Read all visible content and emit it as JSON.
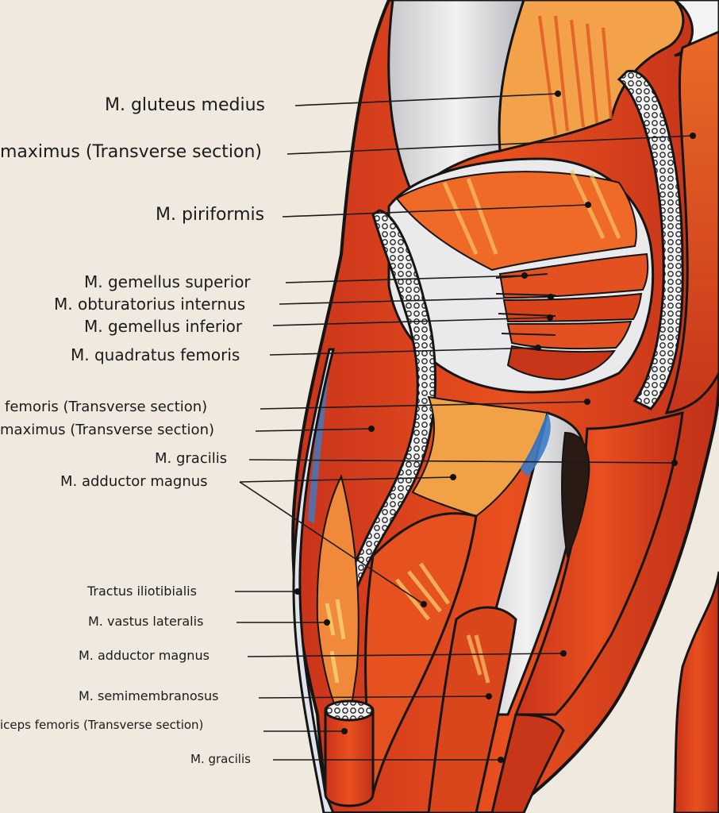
{
  "image": {
    "subject": "anatomical illustration",
    "colors": {
      "paper": "#efe9df",
      "muscle": "#e0441c",
      "muscle_dark": "#b8301a",
      "muscle_highlight": "#f5b04a",
      "tendon": "#dcdcde",
      "bone_section": "#f2f2f2",
      "outline": "#151515",
      "leader_line": "#1b1b1b",
      "blue_accent": "#3c7cc8"
    }
  },
  "labels": [
    {
      "id": "gluteus-medius",
      "text": "M. gluteus medius"
    },
    {
      "id": "gluteus-maximus-section-1",
      "text": "maximus (Transverse section)"
    },
    {
      "id": "piriformis",
      "text": "M. piriformis"
    },
    {
      "id": "gemellus-superior",
      "text": "M. gemellus superior"
    },
    {
      "id": "obturatorius-internus",
      "text": "M. obturatorius internus"
    },
    {
      "id": "gemellus-inferior",
      "text": "M. gemellus inferior"
    },
    {
      "id": "quadratus-femoris",
      "text": "M. quadratus femoris"
    },
    {
      "id": "femoris-section",
      "text": "femoris (Transverse section)"
    },
    {
      "id": "gluteus-maximus-section-2",
      "text": "maximus (Transverse section)"
    },
    {
      "id": "gracilis-1",
      "text": "M. gracilis"
    },
    {
      "id": "adductor-magnus-1",
      "text": "M. adductor magnus"
    },
    {
      "id": "tractus-iliotibialis",
      "text": "Tractus iliotibialis"
    },
    {
      "id": "vastus-lateralis",
      "text": "M. vastus lateralis"
    },
    {
      "id": "adductor-magnus-2",
      "text": "M. adductor magnus"
    },
    {
      "id": "semimembranosus",
      "text": "M. semimembranosus"
    },
    {
      "id": "biceps-femoris-section",
      "text": "iceps femoris (Transverse section)"
    },
    {
      "id": "gracilis-2",
      "text": "M. gracilis"
    }
  ]
}
